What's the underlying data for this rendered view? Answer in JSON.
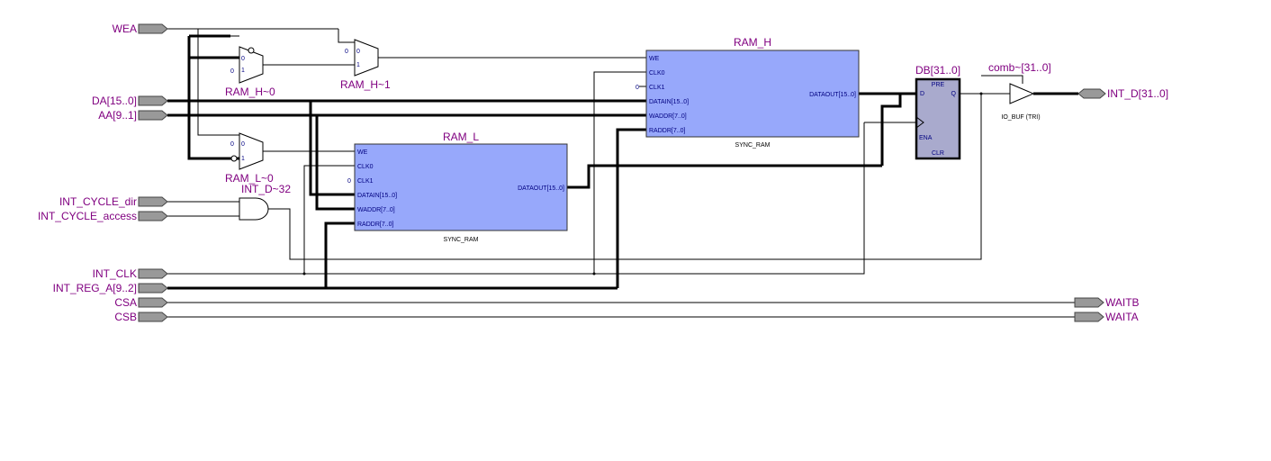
{
  "inputs": {
    "wea": "WEA",
    "da": "DA[15..0]",
    "aa": "AA[9..1]",
    "int_cycle_dir": "INT_CYCLE_dir",
    "int_cycle_access": "INT_CYCLE_access",
    "int_clk": "INT_CLK",
    "int_reg_a": "INT_REG_A[9..2]",
    "csa": "CSA",
    "csb": "CSB"
  },
  "outputs": {
    "int_d": "INT_D[31..0]",
    "waitb": "WAITB",
    "waita": "WAITA"
  },
  "muxes": {
    "ram_h0": "RAM_H~0",
    "ram_h1": "RAM_H~1",
    "ram_l0": "RAM_L~0",
    "in0": "0",
    "in1": "1"
  },
  "and_gate": {
    "label": "INT_D~32"
  },
  "ram_h": {
    "name": "RAM_H",
    "type": "SYNC_RAM",
    "ports": [
      "WE",
      "CLK0",
      "CLK1",
      "DATAIN[15..0]",
      "WADDR[7..0]",
      "RADDR[7..0]"
    ],
    "out": "DATAOUT[15..0]"
  },
  "ram_l": {
    "name": "RAM_L",
    "type": "SYNC_RAM",
    "ports": [
      "WE",
      "CLK0",
      "CLK1",
      "DATAIN[15..0]",
      "WADDR[7..0]",
      "RADDR[7..0]"
    ],
    "out": "DATAOUT[15..0]"
  },
  "dff": {
    "name": "DB[31..0]",
    "d": "D",
    "q": "Q",
    "pre": "PRE",
    "ena": "ENA",
    "clr": "CLR"
  },
  "iobuf": {
    "name": "comb~[31..0]",
    "type": "IO_BUF (TRI)"
  },
  "constant": "0"
}
